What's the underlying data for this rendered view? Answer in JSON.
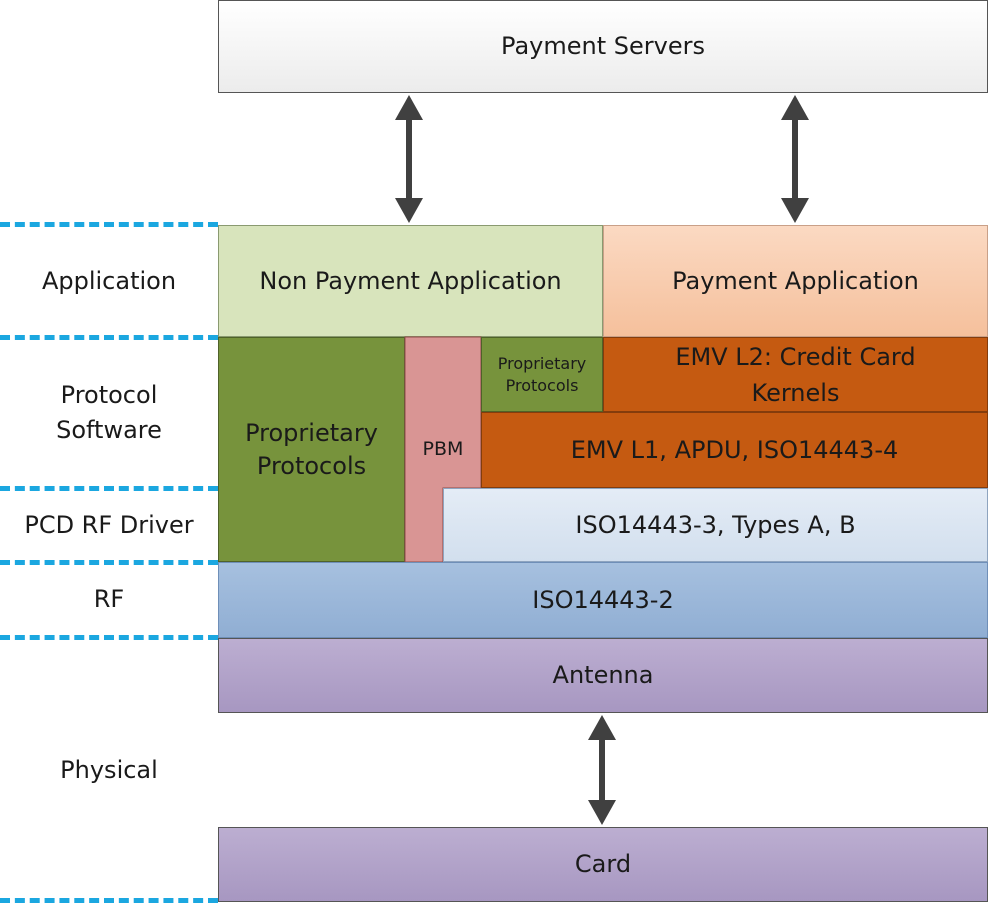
{
  "blocks": {
    "payment_servers": "Payment Servers",
    "non_payment_app": "Non Payment Application",
    "payment_app": "Payment Application",
    "proprietary_protocols_large": "Proprietary Protocols",
    "pbm": "PBM",
    "proprietary_protocols_small": "Proprietary Protocols",
    "emv_l2": "EMV L2: Credit Card Kernels",
    "emv_l1": "EMV L1, APDU, ISO14443-4",
    "iso14443_3": "ISO14443-3, Types A, B",
    "iso14443_2": "ISO14443-2",
    "antenna": "Antenna",
    "card": "Card"
  },
  "layers": {
    "application": "Application",
    "protocol_software": "Protocol Software",
    "pcd_rf_driver": "PCD RF Driver",
    "rf": "RF",
    "physical": "Physical"
  },
  "colors": {
    "servers_fill": "#f4f4f4",
    "non_payment_fill": "#d8e4bc",
    "payment_fill": "#f8cbad",
    "green_dark": "#77933c",
    "pbm_fill": "#d99594",
    "orange_dark": "#c55a11",
    "iso3_fill": "#dce6f2",
    "rf_fill": "#95b3d7",
    "purple_fill": "#b1a0c7",
    "dash_color": "#1ba7e0",
    "arrow_color": "#404040"
  }
}
